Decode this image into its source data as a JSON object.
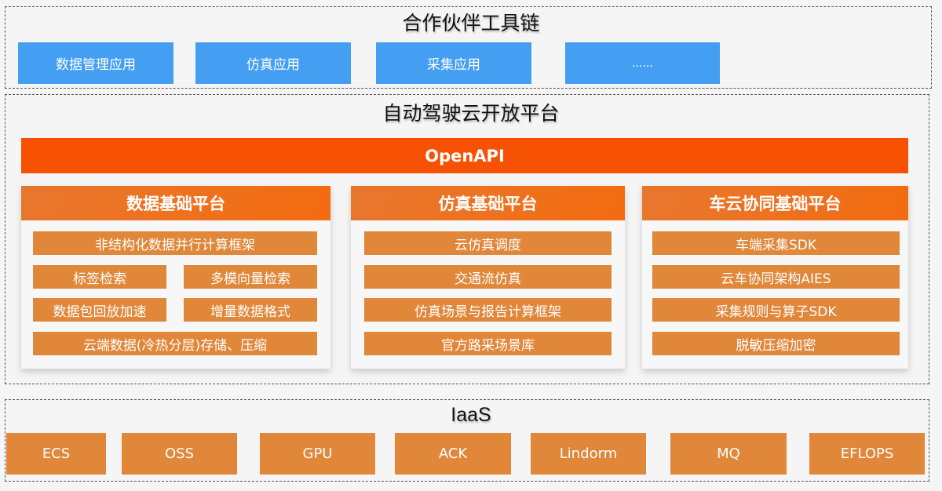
{
  "partner": {
    "title": "合作伙伴工具链",
    "apps": [
      "数据管理应用",
      "仿真应用",
      "采集应用",
      "......"
    ]
  },
  "platform": {
    "title": "自动驾驶云开放平台",
    "openapi": "OpenAPI",
    "panels": [
      {
        "title": "数据基础平台",
        "items": [
          "非结构化数据并行计算框架",
          "标签检索",
          "多模向量检索",
          "数据包回放加速",
          "增量数据格式",
          "云端数据(冷热分层)存储、压缩"
        ]
      },
      {
        "title": "仿真基础平台",
        "items": [
          "云仿真调度",
          "交通流仿真",
          "仿真场景与报告计算框架",
          "官方路采场景库"
        ]
      },
      {
        "title": "车云协同基础平台",
        "items": [
          "车端采集SDK",
          "云车协同架构AIES",
          "采集规则与算子SDK",
          "脱敏压缩加密"
        ]
      }
    ]
  },
  "iaas": {
    "title": "IaaS",
    "items": [
      "ECS",
      "OSS",
      "GPU",
      "ACK",
      "Lindorm",
      "MQ",
      "EFLOPS"
    ]
  },
  "colors": {
    "partner_blue": "#449ff2",
    "openapi_orange": "#f75203",
    "panel_header_orange": "#f46c10",
    "item_orange": "#e0873a"
  }
}
